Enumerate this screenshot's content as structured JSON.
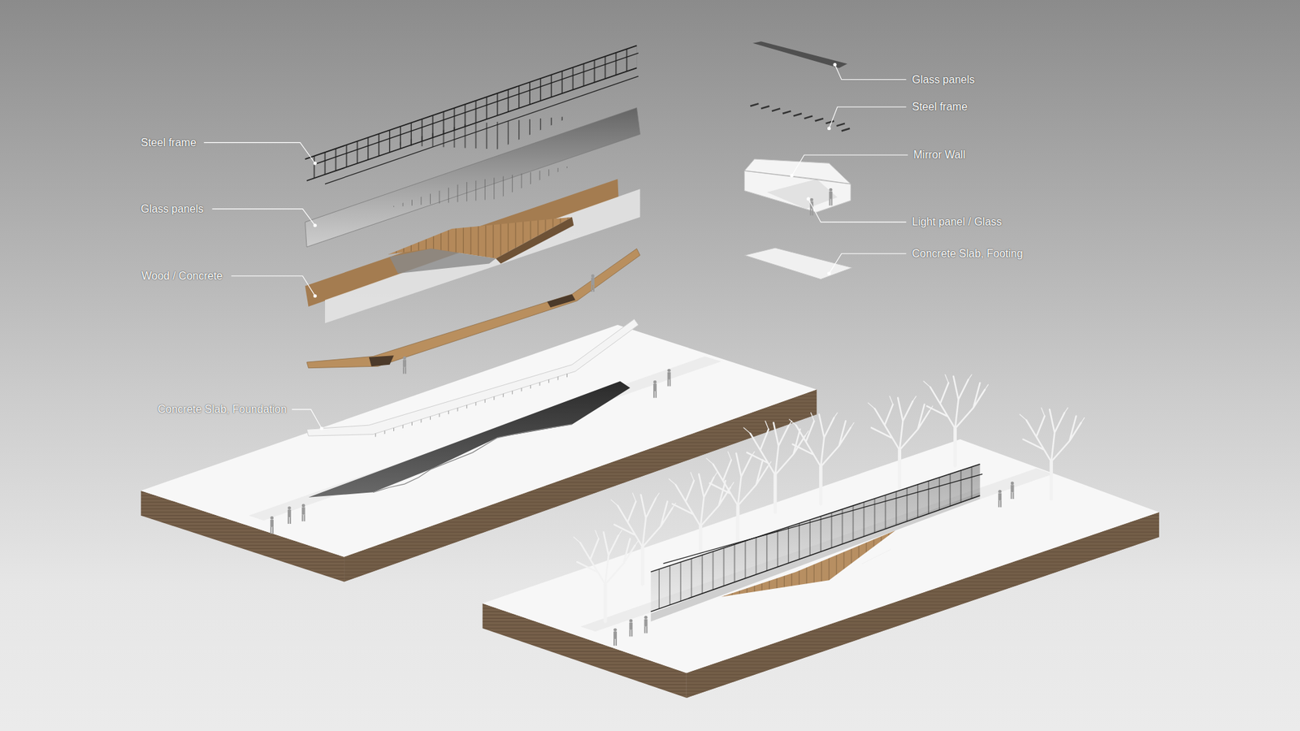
{
  "diagram": {
    "labels": [
      "Steel frame",
      "Glass panels",
      "Wood / Concrete",
      "Concrete Slab, Foundation",
      "Glass panels",
      "Steel frame",
      "Mirror Wall",
      "Light panel / Glass",
      "Concrete Slab, Footing"
    ]
  }
}
